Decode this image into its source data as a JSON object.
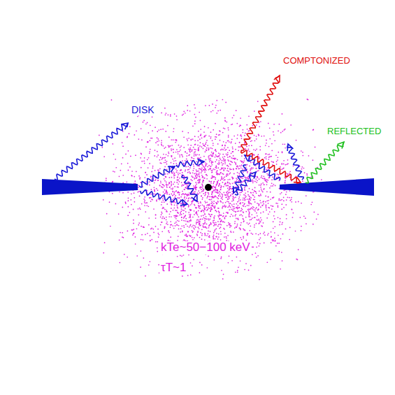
{
  "diagram": {
    "labels": [
      "DISK",
      "COMPTONIZED",
      "REFLECTED",
      "kTe~50−100 keV",
      "τT~1"
    ]
  }
}
